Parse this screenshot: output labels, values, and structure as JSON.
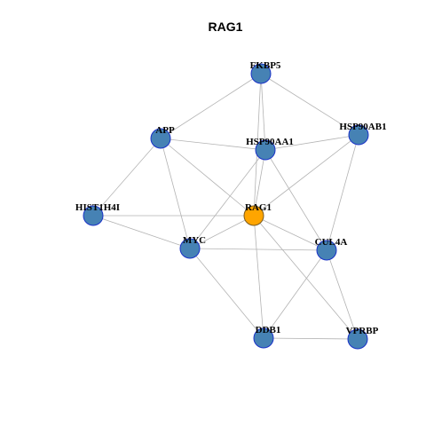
{
  "title": "RAG1",
  "colors": {
    "default_node": "#4682B4",
    "default_border": "#1A32C8",
    "highlight_node": "#FFA500",
    "highlight_border": "#7A5A1E",
    "edge": "#B3B3B3"
  },
  "nodes": [
    {
      "id": "FKBP5",
      "label": "FKBP5",
      "highlight": false
    },
    {
      "id": "APP",
      "label": "APP",
      "highlight": false
    },
    {
      "id": "HSP90AB1",
      "label": "HSP90AB1",
      "highlight": false
    },
    {
      "id": "HSP90AA1",
      "label": "HSP90AA1",
      "highlight": false
    },
    {
      "id": "HIST1H4I",
      "label": "HIST1H4I",
      "highlight": false
    },
    {
      "id": "RAG1",
      "label": "RAG1",
      "highlight": true
    },
    {
      "id": "MYC",
      "label": "MYC",
      "highlight": false
    },
    {
      "id": "CUL4A",
      "label": "CUL4A",
      "highlight": false
    },
    {
      "id": "DDB1",
      "label": "DDB1",
      "highlight": false
    },
    {
      "id": "VPRBP",
      "label": "VPRBP",
      "highlight": false
    }
  ],
  "edges": [
    [
      "FKBP5",
      "APP"
    ],
    [
      "FKBP5",
      "HSP90AB1"
    ],
    [
      "FKBP5",
      "HSP90AA1"
    ],
    [
      "FKBP5",
      "RAG1"
    ],
    [
      "APP",
      "HSP90AA1"
    ],
    [
      "APP",
      "HIST1H4I"
    ],
    [
      "APP",
      "MYC"
    ],
    [
      "APP",
      "RAG1"
    ],
    [
      "HSP90AA1",
      "HSP90AB1"
    ],
    [
      "HSP90AA1",
      "RAG1"
    ],
    [
      "HSP90AA1",
      "MYC"
    ],
    [
      "HSP90AA1",
      "CUL4A"
    ],
    [
      "HSP90AB1",
      "RAG1"
    ],
    [
      "HSP90AB1",
      "CUL4A"
    ],
    [
      "HIST1H4I",
      "RAG1"
    ],
    [
      "HIST1H4I",
      "MYC"
    ],
    [
      "RAG1",
      "MYC"
    ],
    [
      "RAG1",
      "CUL4A"
    ],
    [
      "RAG1",
      "DDB1"
    ],
    [
      "RAG1",
      "VPRBP"
    ],
    [
      "MYC",
      "CUL4A"
    ],
    [
      "MYC",
      "DDB1"
    ],
    [
      "CUL4A",
      "DDB1"
    ],
    [
      "CUL4A",
      "VPRBP"
    ],
    [
      "DDB1",
      "VPRBP"
    ]
  ]
}
